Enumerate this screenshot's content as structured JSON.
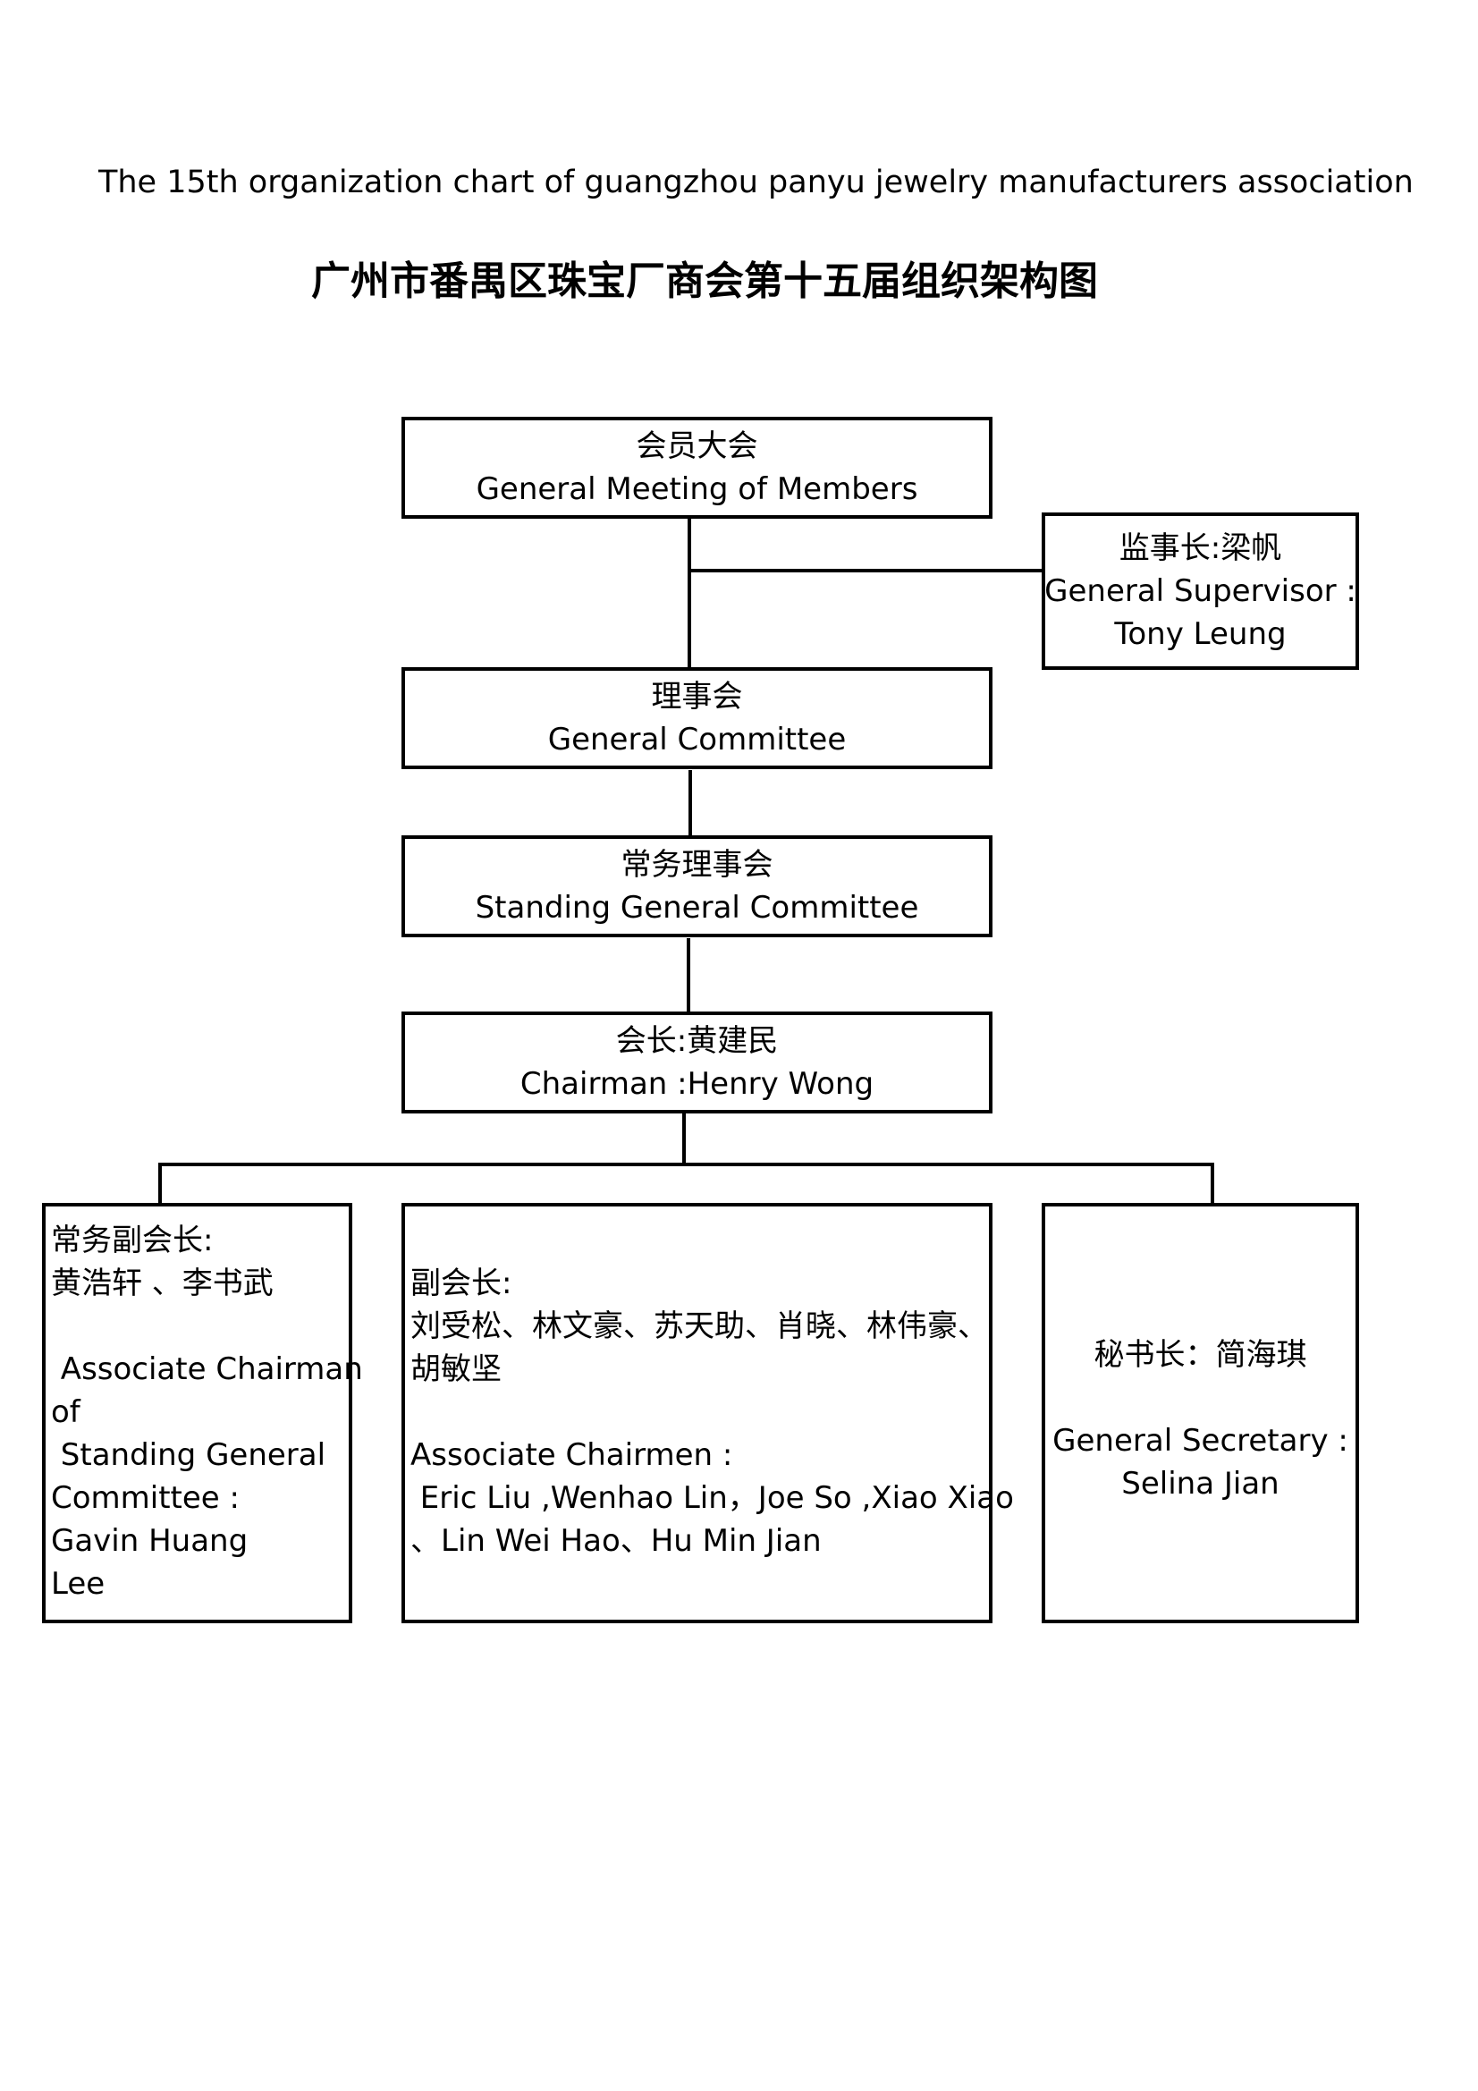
{
  "title_en": "The 15th organization chart of guangzhou panyu jewelry manufacturers association",
  "title_cn": "广州市番禺区珠宝厂商会第十五届组织架构图",
  "nodes": {
    "general_meeting": {
      "cn": "会员大会",
      "en": "General Meeting of Members"
    },
    "supervisor": {
      "cn": "监事长:梁帆",
      "en1": "General Supervisor :",
      "en2": "Tony Leung"
    },
    "general_committee": {
      "cn": "理事会",
      "en": "General Committee"
    },
    "standing_committee": {
      "cn": "常务理事会",
      "en": "Standing General Committee"
    },
    "chairman": {
      "cn": "会长:黄建民",
      "en": "Chairman :Henry Wong"
    },
    "standing_vice": {
      "cn_label": "常务副会长:",
      "cn_names": "黄浩轩 、李书武",
      "en_lines": [
        " Associate Chairman",
        "of",
        " Standing General",
        "Committee :",
        "Gavin Huang",
        "Lee"
      ]
    },
    "vice_chairmen": {
      "cn_label": "副会长:",
      "cn_names_1": "刘受松、林文豪、苏天助、肖晓、林伟豪、",
      "cn_names_2": "胡敏坚",
      "en_label": "Associate Chairmen :",
      "en_names_1": " Eric Liu ,Wenhao Lin，Joe So ,Xiao Xiao",
      "en_names_2": "、Lin Wei Hao、Hu Min Jian"
    },
    "secretary": {
      "cn": "秘书长：简海琪",
      "en1": "General Secretary :",
      "en2": "Selina Jian"
    }
  }
}
